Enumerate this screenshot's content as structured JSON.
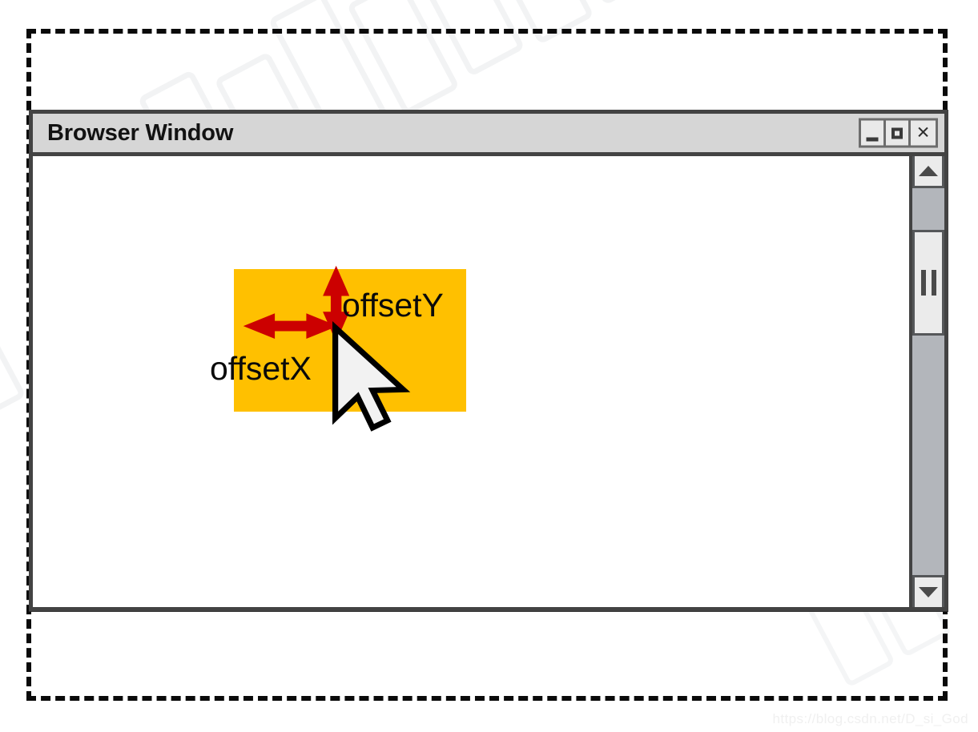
{
  "window": {
    "title": "Browser Window",
    "controls": [
      {
        "name": "minimize",
        "glyph": "minimize-icon"
      },
      {
        "name": "maximize",
        "glyph": "maximize-icon"
      },
      {
        "name": "close",
        "glyph": "✕"
      }
    ]
  },
  "scrollbar": {
    "up_arrow": "scroll-up-arrow-icon",
    "down_arrow": "scroll-down-arrow-icon",
    "thumb": "scroll-thumb-grip"
  },
  "diagram": {
    "element_color": "#ffc000",
    "arrow_color": "#cc0000",
    "boundary_style": "dashed",
    "boundary_color": "#0a0a0a",
    "cursor": "arrow-pointer-cursor",
    "labels": {
      "offset_y": "offsetY",
      "offset_x": "offsetX"
    }
  },
  "watermark": {
    "text": "https://blog.csdn.net/D_si_God"
  }
}
